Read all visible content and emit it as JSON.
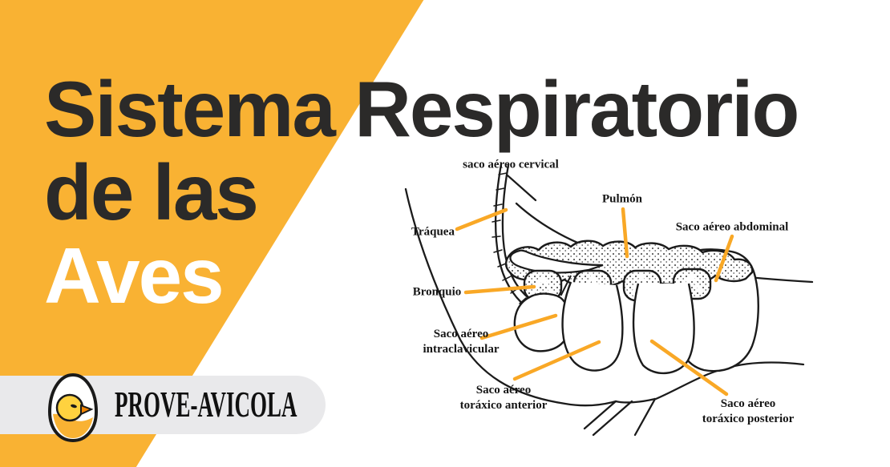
{
  "title": {
    "line1": "Sistema Respiratorio",
    "line2": "de las",
    "line3": "Aves"
  },
  "logo": {
    "text": "PROVE-AVICOLA",
    "icon": "chick-in-egg-icon"
  },
  "colors": {
    "banner_yellow": "#F9B233",
    "leader_orange": "#F9A826",
    "cervical_leader_black": "#1B1B1B",
    "title_dark": "#2B2A29",
    "title_aves_white": "#FFFFFF",
    "logo_pill_gray": "#E9E9EB",
    "diagram_ink": "#1B1B1B"
  },
  "diagram": {
    "labels": {
      "cervical": "saco aéreo cervical",
      "pulmon": "Pulmón",
      "abdominal": "Saco aéreo abdominal",
      "traquea": "Tráquea",
      "bronquio": "Bronquio",
      "intraclavicular_1": "Saco aéreo",
      "intraclavicular_2": "intraclavicular",
      "toraxico_anterior_1": "Saco aéreo",
      "toraxico_anterior_2": "toráxico anterior",
      "toraxico_posterior_1": "Saco aéreo",
      "toraxico_posterior_2": "toráxico posterior"
    }
  }
}
